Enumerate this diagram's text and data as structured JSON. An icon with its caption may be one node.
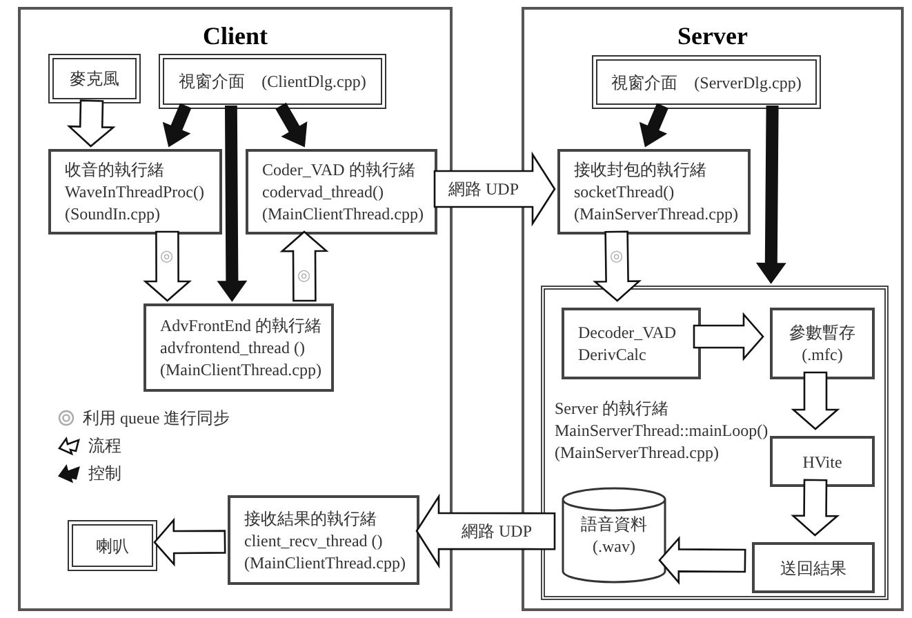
{
  "diagram": {
    "nodes": [
      {
        "text": [
          "Client"
        ]
      },
      {
        "text": [
          "麥克風"
        ],
        "in": 0
      },
      {
        "text": [
          "視窗介面　(ClientDlg.cpp)"
        ],
        "in": 0
      },
      {
        "text": [
          "收音的執行緒",
          "WaveInThreadProc()",
          "(SoundIn.cpp)"
        ],
        "in": 0
      },
      {
        "text": [
          "Coder_VAD 的執行緒",
          "codervad_thread()",
          "(MainClientThread.cpp)"
        ],
        "in": 0
      },
      {
        "text": [
          "AdvFrontEnd 的執行緒",
          "advfrontend_thread ()",
          "(MainClientThread.cpp)"
        ],
        "in": 0
      },
      {
        "text": [
          "接收結果的執行緒",
          "client_recv_thread ()",
          "(MainClientThread.cpp)"
        ],
        "in": 0
      },
      {
        "text": [
          "喇叭"
        ],
        "in": 0
      },
      {
        "text": [
          "Server"
        ]
      },
      {
        "text": [
          "視窗介面　(ServerDlg.cpp)"
        ],
        "in": 8
      },
      {
        "text": [
          "接收封包的執行緒",
          "socketThread()",
          "(MainServerThread.cpp)"
        ],
        "in": 8
      },
      {
        "text": [
          "Server 的執行緒",
          "MainServerThread::mainLoop()",
          "(MainServerThread.cpp)"
        ],
        "in": 8
      },
      {
        "text": [
          "Decoder_VAD",
          "DerivCalc"
        ],
        "in": 11
      },
      {
        "text": [
          "參數暫存",
          "(.mfc)"
        ],
        "in": 11
      },
      {
        "text": [
          "HVite"
        ],
        "in": 11
      },
      {
        "text": [
          "語音資料",
          "(.wav)"
        ],
        "in": 11
      },
      {
        "text": [
          "送回結果"
        ],
        "in": 11
      }
    ],
    "edges": [
      {
        "from": 1,
        "to": 3,
        "arrow": "to"
      },
      {
        "from": 2,
        "to": 3,
        "arrow": "to",
        "style": "thick"
      },
      {
        "from": 2,
        "to": 5,
        "arrow": "to",
        "style": "thick"
      },
      {
        "from": 2,
        "to": 4,
        "arrow": "to",
        "style": "thick"
      },
      {
        "from": 3,
        "to": 5,
        "arrow": "to",
        "label": "◎"
      },
      {
        "from": 5,
        "to": 4,
        "arrow": "to",
        "label": "◎"
      },
      {
        "from": 4,
        "to": 10,
        "arrow": "to",
        "label": "網路 UDP"
      },
      {
        "from": 9,
        "to": 10,
        "arrow": "to",
        "style": "thick"
      },
      {
        "from": 9,
        "to": 11,
        "arrow": "to",
        "style": "thick"
      },
      {
        "from": 10,
        "to": 12,
        "arrow": "to",
        "label": "◎"
      },
      {
        "from": 12,
        "to": 13,
        "arrow": "to"
      },
      {
        "from": 13,
        "to": 14,
        "arrow": "to"
      },
      {
        "from": 14,
        "to": 16,
        "arrow": "to"
      },
      {
        "from": 16,
        "to": 15,
        "arrow": "to"
      },
      {
        "from": 15,
        "to": 6,
        "arrow": "to",
        "label": "網路 UDP"
      },
      {
        "from": 6,
        "to": 7,
        "arrow": "to"
      }
    ],
    "legend": [
      {
        "text": "利用 queue 進行同步"
      },
      {
        "text": "流程"
      },
      {
        "text": "控制"
      }
    ]
  }
}
